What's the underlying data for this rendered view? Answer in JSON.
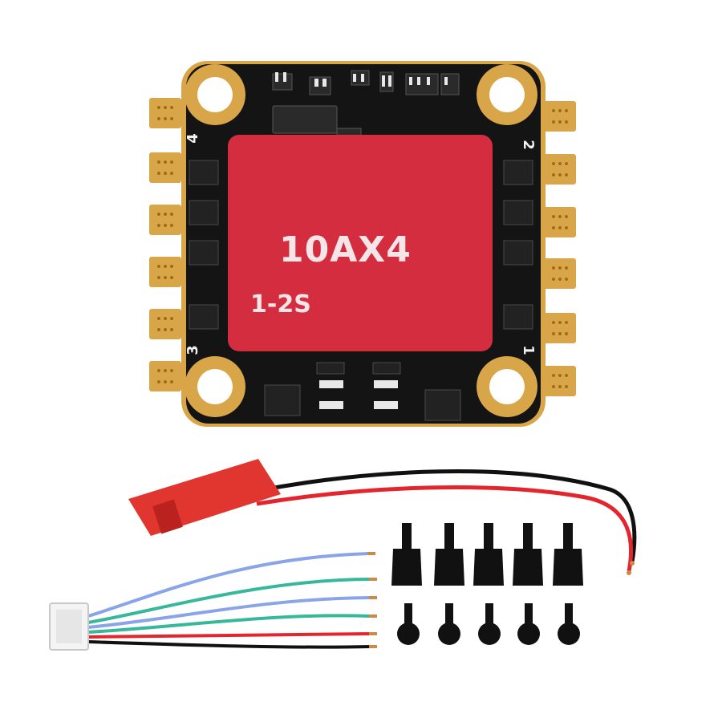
{
  "product": {
    "label_main": "10AX4",
    "label_sub": "1-2S",
    "pad_numbers": [
      "4",
      "2",
      "3",
      "1"
    ]
  },
  "colors": {
    "background": "#ffffff",
    "pcb": "#141414",
    "gold": "#d8a548",
    "sticker": "#d42d3f",
    "connector": "#e0362f",
    "hardware": "#111111"
  },
  "icons": [
    "board-icon",
    "wire-harness-icon",
    "jst-connector-icon",
    "standoff-icon",
    "screw-icon"
  ]
}
